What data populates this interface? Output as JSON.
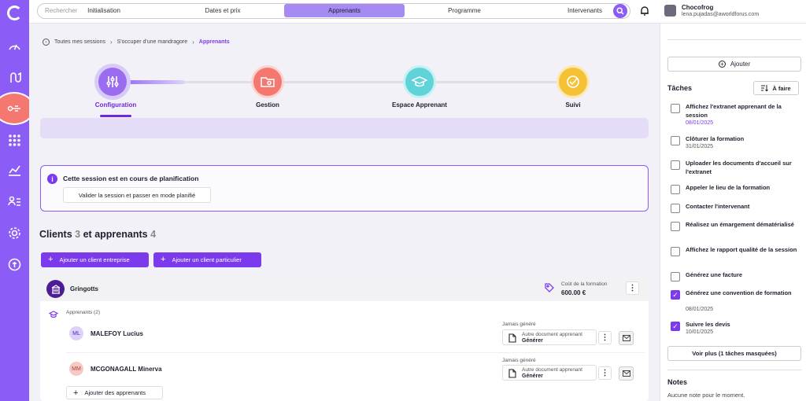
{
  "search": {
    "placeholder": "Rechercher"
  },
  "user": {
    "name": "Chocofrog",
    "email": "lena.pujadas@aworldforus.com"
  },
  "breadcrumb": {
    "items": [
      "Toutes mes sessions",
      "S'occuper d'une mandragore",
      "Apprenants"
    ]
  },
  "steps": [
    {
      "label": "Configuration",
      "color": "#9b6cf0",
      "icon": "sliders-icon",
      "active": true
    },
    {
      "label": "Gestion",
      "color": "#f47870",
      "icon": "folder-icon",
      "active": false
    },
    {
      "label": "Espace Apprenant",
      "color": "#5fd3d8",
      "icon": "graduation-cap-icon",
      "active": false
    },
    {
      "label": "Suivi",
      "color": "#f5c236",
      "icon": "check-circle-icon",
      "active": false
    }
  ],
  "subtabs": [
    "Initialisation",
    "Dates et prix",
    "Apprenants",
    "Programme",
    "Intervenants"
  ],
  "info": {
    "title": "Cette session est en cours de planification",
    "action": "Valider la session et passer en mode planifié"
  },
  "clients": {
    "label_clients": "Clients",
    "count_clients": "3",
    "label_apprenants": "et apprenants",
    "count_apprenants": "4"
  },
  "buttons": {
    "add_company": "Ajouter un client entreprise",
    "add_individual": "Ajouter un client particulier",
    "add_learners": "Ajouter des apprenants"
  },
  "client": {
    "name": "Gringotts",
    "cost_label": "Coût de la formation",
    "cost_value": "600.00 €",
    "learners_label": "Apprenants (2)"
  },
  "learners": [
    {
      "initials": "ML",
      "name": "MALEFOY Lucius",
      "status": "Jamais généré",
      "doc": "Autre document apprenant",
      "action": "Générer",
      "avatar_color": "#ddd3fa"
    },
    {
      "initials": "MM",
      "name": "MCGONAGALL Minerva",
      "status": "Jamais généré",
      "doc": "Autre document apprenant",
      "action": "Générer",
      "avatar_color": "#f6c9c6"
    }
  ],
  "right": {
    "add_label": "Ajouter",
    "tasks_title": "Tâches",
    "filter_label": "À faire",
    "more_label": "Voir plus (1 tâches masquées)",
    "notes_title": "Notes",
    "notes_empty": "Aucune note pour le moment."
  },
  "tasks": [
    {
      "label": "Affichez l'extranet apprenant de la session",
      "date": "08/01/2025",
      "checked": false,
      "late": true
    },
    {
      "label": "Clôturer la formation",
      "date": "31/01/2025",
      "checked": false,
      "late": false
    },
    {
      "label": "Uploader les documents d'accueil sur l'extranet",
      "date": "",
      "checked": false,
      "late": false
    },
    {
      "label": "Appeler le lieu de la formation",
      "date": "",
      "checked": false,
      "late": false
    },
    {
      "label": "Contacter l'intervenant",
      "date": "",
      "checked": false,
      "late": false
    },
    {
      "label": "Réalisez un émargement dématérialisé",
      "date": "",
      "checked": false,
      "late": false
    },
    {
      "label": "Affichez le rapport qualité de la session",
      "date": "",
      "checked": false,
      "late": false
    },
    {
      "label": "Générez une facture",
      "date": "",
      "checked": false,
      "late": false
    },
    {
      "label": "Générez une convention de formation",
      "date": "08/01/2025",
      "checked": true,
      "late": false
    },
    {
      "label": "Suivre les devis",
      "date": "10/01/2025",
      "checked": true,
      "late": false
    }
  ]
}
